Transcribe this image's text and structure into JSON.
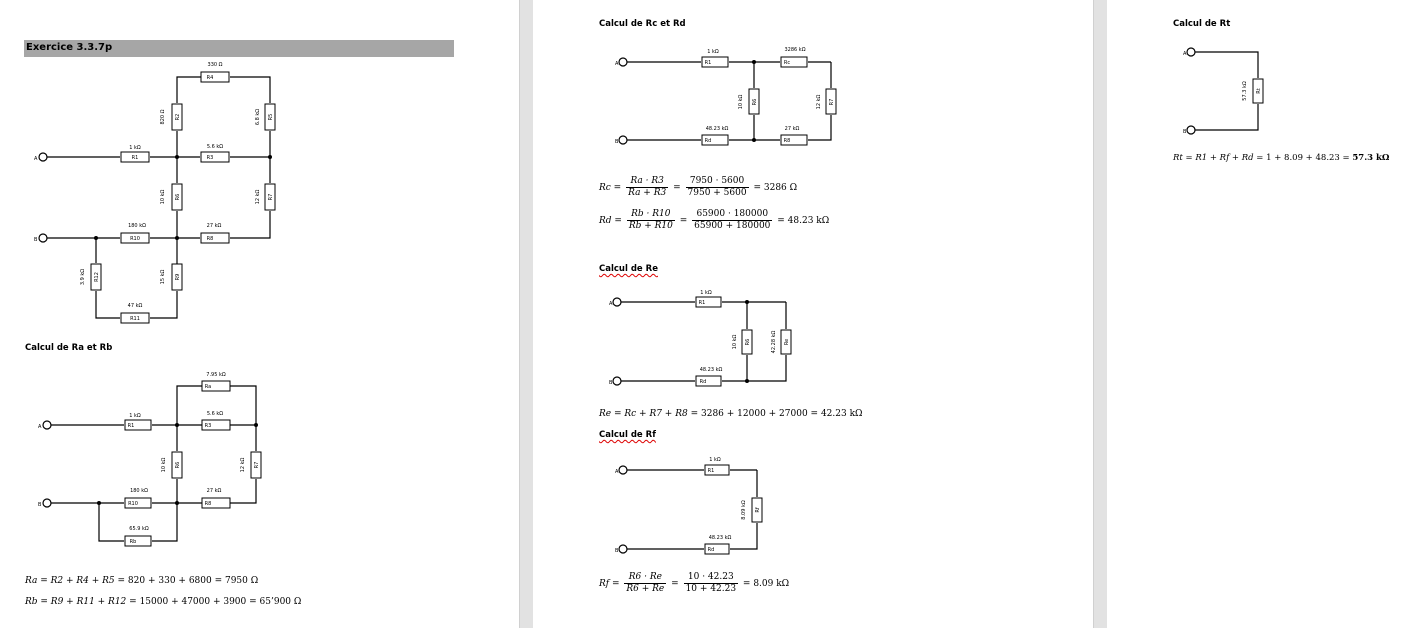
{
  "exercise_title": "Exercice 3.3.7p",
  "headings": {
    "ra_rb": "Calcul de Ra et Rb",
    "rc_rd": "Calcul de Rc et Rd",
    "re": "Calcul de Re",
    "rf": "Calcul de Rf",
    "rt": "Calcul de Rt"
  },
  "terminals": {
    "a": "A",
    "b": "B"
  },
  "circuit_main": {
    "R1": {
      "name": "R1",
      "value": "1 kΩ"
    },
    "R2": {
      "name": "R2",
      "value": "820 Ω"
    },
    "R3": {
      "name": "R3",
      "value": "5.6 kΩ"
    },
    "R4": {
      "name": "R4",
      "value": "330 Ω"
    },
    "R5": {
      "name": "R5",
      "value": "6.8 kΩ"
    },
    "R6": {
      "name": "R6",
      "value": "10 kΩ"
    },
    "R7": {
      "name": "R7",
      "value": "12 kΩ"
    },
    "R8": {
      "name": "R8",
      "value": "27 kΩ"
    },
    "R9": {
      "name": "R9",
      "value": "15 kΩ"
    },
    "R10": {
      "name": "R10",
      "value": "180 kΩ"
    },
    "R11": {
      "name": "R11",
      "value": "47 kΩ"
    },
    "R12": {
      "name": "R12",
      "value": "3.9 kΩ"
    }
  },
  "circuit_ab": {
    "Ra": {
      "name": "Ra",
      "value": "7.95 kΩ"
    },
    "R1": {
      "name": "R1",
      "value": "1 kΩ"
    },
    "R3": {
      "name": "R3",
      "value": "5.6 kΩ"
    },
    "R6": {
      "name": "R6",
      "value": "10 kΩ"
    },
    "R7": {
      "name": "R7",
      "value": "12 kΩ"
    },
    "R10": {
      "name": "R10",
      "value": "180 kΩ"
    },
    "R8": {
      "name": "R8",
      "value": "27 kΩ"
    },
    "Rb": {
      "name": "Rb",
      "value": "65.9 kΩ"
    }
  },
  "circuit_cd": {
    "R1": {
      "name": "R1",
      "value": "1 kΩ"
    },
    "Rc": {
      "name": "Rc",
      "value": "3286 kΩ"
    },
    "R6": {
      "name": "R6",
      "value": "10 kΩ"
    },
    "R7": {
      "name": "R7",
      "value": "12 kΩ"
    },
    "Rd": {
      "name": "Rd",
      "value": "48.23 kΩ"
    },
    "R8": {
      "name": "R8",
      "value": "27 kΩ"
    }
  },
  "circuit_e": {
    "R1": {
      "name": "R1",
      "value": "1 kΩ"
    },
    "R6": {
      "name": "R6",
      "value": "10 kΩ"
    },
    "Re": {
      "name": "Re",
      "value": "42.28 kΩ"
    },
    "Rd": {
      "name": "Rd",
      "value": "48.23 kΩ"
    }
  },
  "circuit_f": {
    "R1": {
      "name": "R1",
      "value": "1 kΩ"
    },
    "Rf": {
      "name": "Rf",
      "value": "8.09 kΩ"
    },
    "Rd": {
      "name": "Rd",
      "value": "48.23 kΩ"
    }
  },
  "circuit_t": {
    "Rt": {
      "name": "Rt",
      "value": "57.3 kΩ"
    }
  },
  "equations": {
    "ra": {
      "lhs": "Ra = R2 + R4 + R5",
      "rhs": "= 820 + 330 + 6800 = 7950 Ω"
    },
    "rb": {
      "lhs": "Rb = R9 + R11 + R12",
      "rhs": "= 15000 + 47000 + 3900 = 65’900 Ω"
    },
    "rc": {
      "lhs": "Rc =",
      "f1_num": "Ra · R3",
      "f1_den": "Ra + R3",
      "eq": "=",
      "f2_num": "7950 · 5600",
      "f2_den": "7950 + 5600",
      "result": "= 3286 Ω"
    },
    "rd": {
      "lhs": "Rd =",
      "f1_num": "Rb · R10",
      "f1_den": "Rb + R10",
      "eq": "=",
      "f2_num": "65900 · 180000",
      "f2_den": "65900 + 180000",
      "result": "= 48.23 kΩ"
    },
    "re": {
      "lhs": "Re = Rc + R7 + R8",
      "rhs": "= 3286 + 12000 + 27000 = 42.23 kΩ"
    },
    "rf": {
      "lhs": "Rf =",
      "f1_num": "R6 · Re",
      "f1_den": "R6 + Re",
      "eq": "=",
      "f2_num": "10 · 42.23",
      "f2_den": "10 + 42.23",
      "result": "= 8.09 kΩ"
    },
    "rt": {
      "lhs": "Rt = R1 + Rf + Rd",
      "rhs": "= 1 + 8.09 + 48.23 =",
      "result": "57.3 kΩ"
    }
  }
}
